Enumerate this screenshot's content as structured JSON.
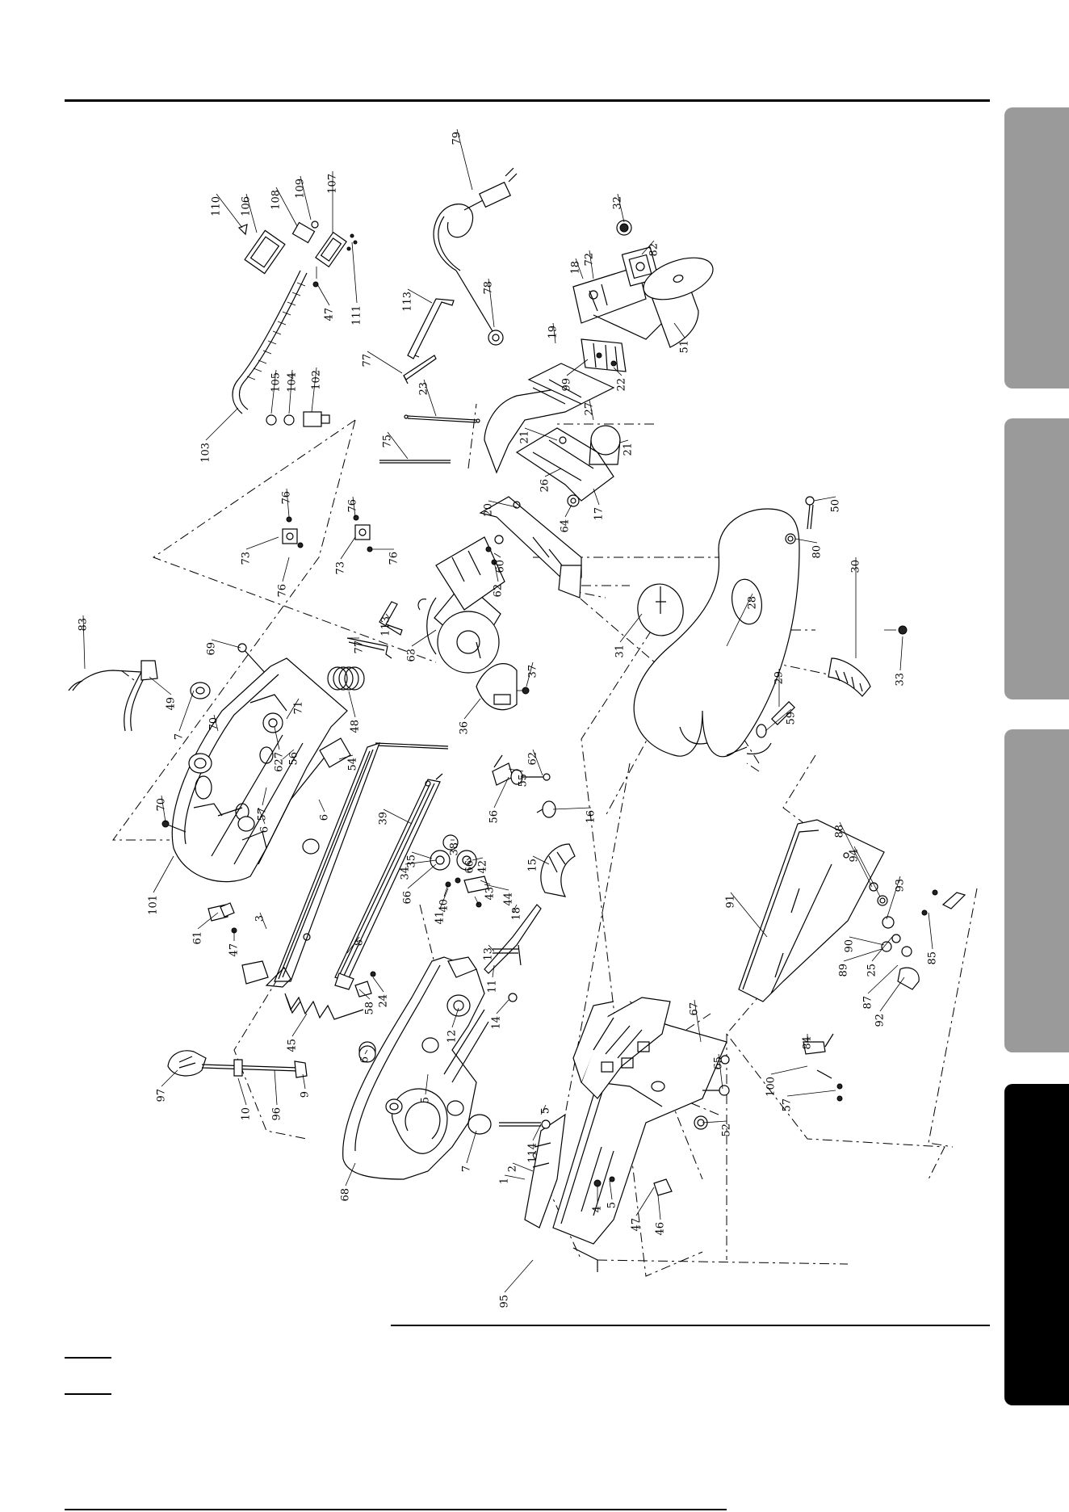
{
  "title": "",
  "part_numbers": [
    "1",
    "2",
    "3",
    "4",
    "5",
    "6",
    "7",
    "8",
    "9",
    "10",
    "11",
    "12",
    "13",
    "14",
    "15",
    "16",
    "17",
    "18",
    "19",
    "20",
    "21",
    "22",
    "23",
    "24",
    "25",
    "26",
    "27",
    "28",
    "29",
    "30",
    "31",
    "32",
    "33",
    "34",
    "35",
    "36",
    "37",
    "38",
    "39",
    "40",
    "41",
    "42",
    "43",
    "44",
    "45",
    "46",
    "47",
    "48",
    "49",
    "50",
    "51",
    "52",
    "54",
    "55",
    "56",
    "57",
    "58",
    "59",
    "60",
    "61",
    "62",
    "63",
    "64",
    "65",
    "66",
    "67",
    "68",
    "69",
    "70",
    "71",
    "72",
    "73",
    "75",
    "76",
    "77",
    "78",
    "79",
    "80",
    "82",
    "83",
    "84",
    "85",
    "87",
    "88",
    "89",
    "90",
    "91",
    "92",
    "93",
    "94",
    "95",
    "96",
    "97",
    "99",
    "100",
    "101",
    "102",
    "103",
    "104",
    "105",
    "106",
    "107",
    "108",
    "109",
    "110",
    "111",
    "113",
    "114",
    "627"
  ],
  "side_tabs": [
    {
      "name": "tab-1",
      "color": "#9a9a9a"
    },
    {
      "name": "tab-2",
      "color": "#9a9a9a"
    },
    {
      "name": "tab-3",
      "color": "#9a9a9a"
    },
    {
      "name": "tab-4",
      "color": "#000000"
    }
  ],
  "footer_page_number": ""
}
